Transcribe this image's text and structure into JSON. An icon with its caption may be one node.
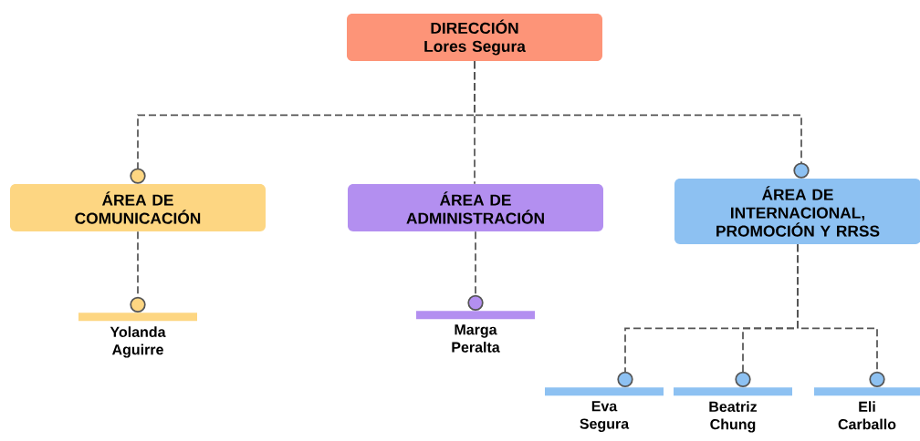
{
  "diagram": {
    "nodes": [
      {
        "text": [
          "DIRECCIÓN",
          "Lores Segura"
        ]
      },
      {
        "text": [
          "ÁREA DE COMUNICACIÓN"
        ]
      },
      {
        "text": [
          "ÁREA DE ADMINISTRACIÓN"
        ]
      },
      {
        "text": [
          "ÁREA DE INTERNACIONAL, PROMOCIÓN Y RRSS"
        ]
      },
      {
        "text": [
          "Yolanda Aguirre"
        ]
      },
      {
        "text": [
          "Marga Peralta"
        ]
      },
      {
        "text": [
          "Eva Segura"
        ]
      },
      {
        "text": [
          "Beatriz Chung"
        ]
      },
      {
        "text": [
          "Eli Carballo"
        ]
      }
    ],
    "edges": [
      {
        "from": 0,
        "to": 1,
        "arrow": "other",
        "style": "dashed"
      },
      {
        "from": 0,
        "to": 2,
        "arrow": "none",
        "style": "dashed"
      },
      {
        "from": 0,
        "to": 3,
        "arrow": "other",
        "style": "dashed"
      },
      {
        "from": 1,
        "to": 4,
        "arrow": "other",
        "style": "dashed"
      },
      {
        "from": 2,
        "to": 5,
        "arrow": "other",
        "style": "dashed"
      },
      {
        "from": 3,
        "to": 6,
        "arrow": "other",
        "style": "dashed"
      },
      {
        "from": 3,
        "to": 7,
        "arrow": "other",
        "style": "dashed"
      },
      {
        "from": 3,
        "to": 8,
        "arrow": "other",
        "style": "dashed"
      }
    ]
  }
}
